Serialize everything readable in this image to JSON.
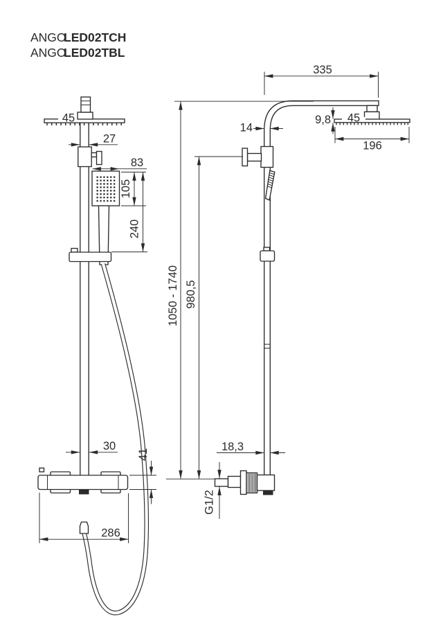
{
  "header": {
    "brand": "ANGO",
    "model_top": "LED02TCH",
    "model_bottom": "LED02TBL"
  },
  "front_view": {
    "head_connector_width": "45",
    "pipe_width_top": "27",
    "handset_width": "83",
    "handset_head_height": "105",
    "handset_to_bracket": "240",
    "pipe_width_bottom": "30",
    "valve_height": "41",
    "valve_width": "286"
  },
  "side_view": {
    "arm_length": "335",
    "pipe_depth": "14",
    "head_thickness": "9,8",
    "head_connector_width": "45",
    "head_depth": "196",
    "overall_height_range": "1050 - 1740",
    "riser_height": "980,5",
    "pipe_depth_bottom": "18,3",
    "inlet_thread": "G1/2"
  },
  "colors": {
    "line": "#2b2b2b",
    "background": "#ffffff"
  }
}
